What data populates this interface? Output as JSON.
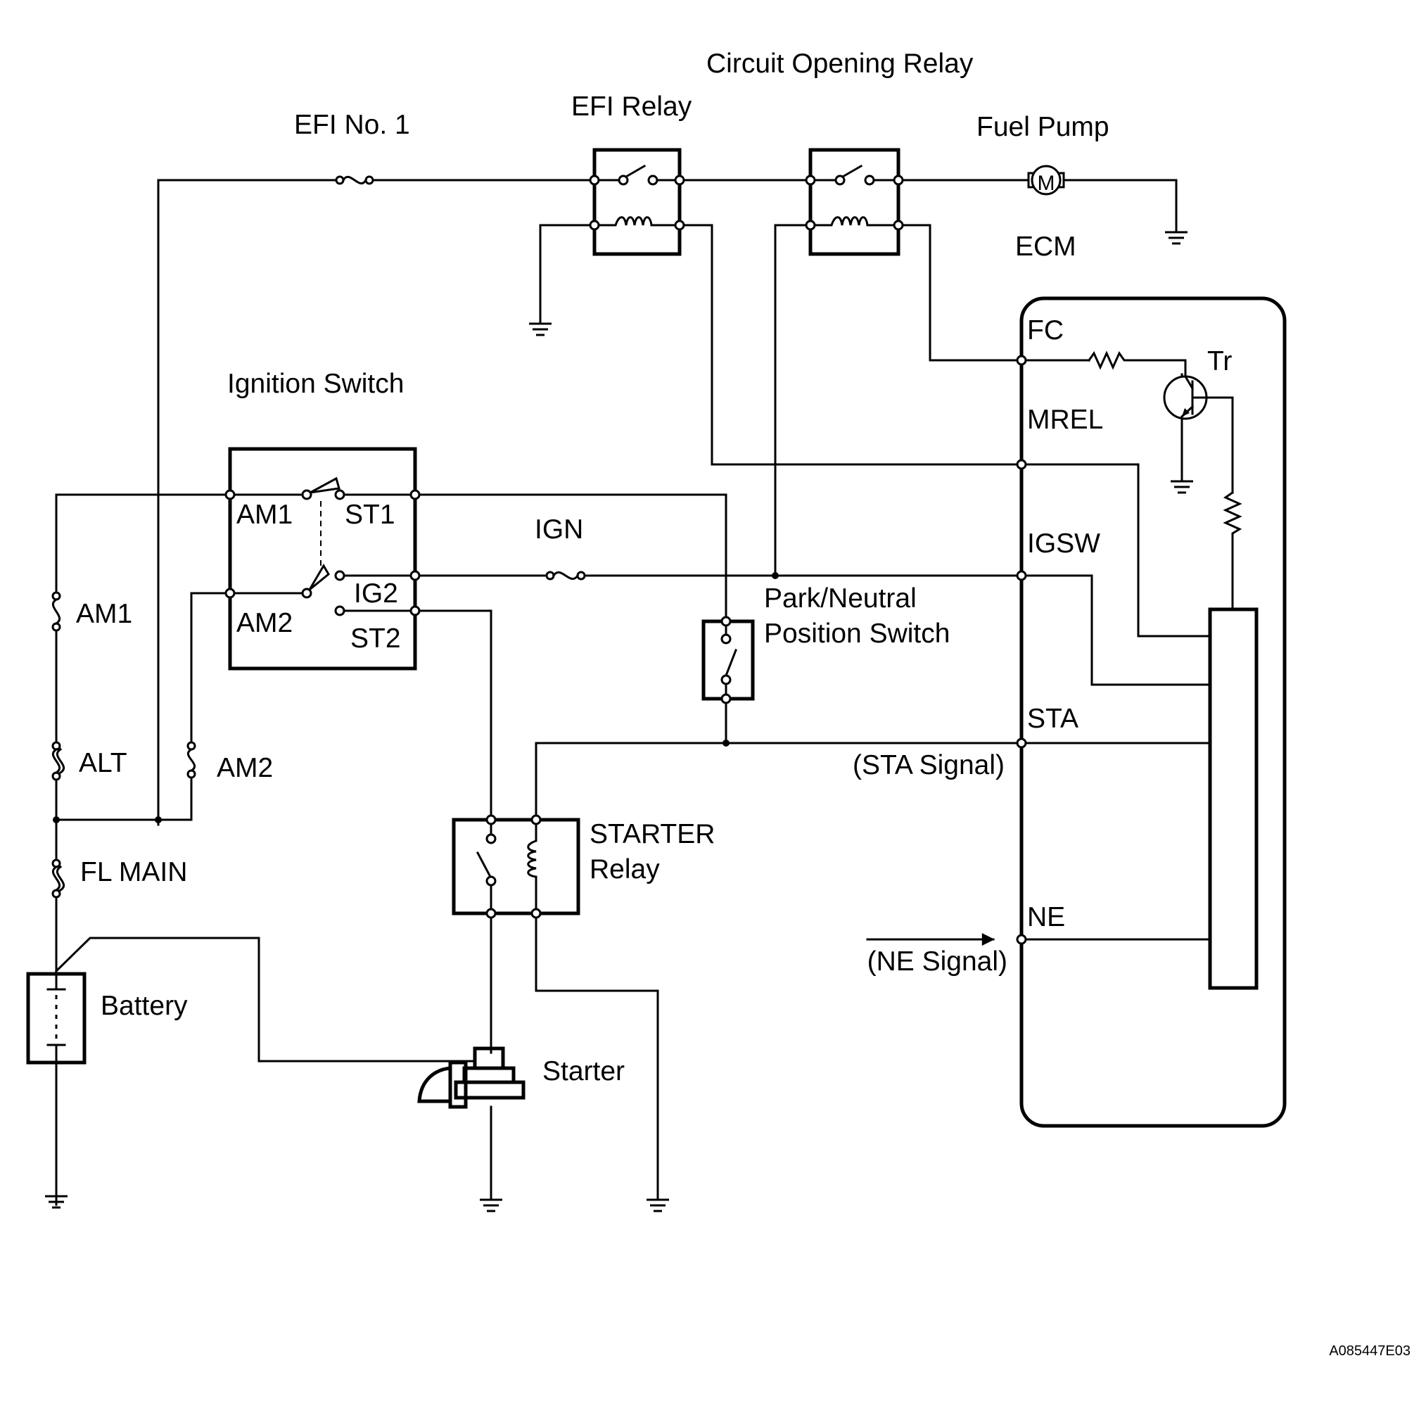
{
  "labels": {
    "efi_no1": "EFI No. 1",
    "efi_relay": "EFI Relay",
    "circuit_opening_relay": "Circuit Opening Relay",
    "fuel_pump": "Fuel Pump",
    "ecm": "ECM",
    "ignition_switch": "Ignition Switch",
    "am1_fuse": "AM1",
    "alt_fuse": "ALT",
    "am2_fuse": "AM2",
    "fl_main": "FL MAIN",
    "battery": "Battery",
    "ign": "IGN",
    "starter_relay_line1": "STARTER",
    "starter_relay_line2": "Relay",
    "starter": "Starter",
    "pnp_line1": "Park/Neutral",
    "pnp_line2": "Position Switch",
    "sta_signal": "(STA Signal)",
    "ne_signal": "(NE Signal)",
    "motor_symbol": "M",
    "doc_code": "A085447E03"
  },
  "ignition_switch_terminals": {
    "am1": "AM1",
    "am2": "AM2",
    "st1": "ST1",
    "ig2": "IG2",
    "st2": "ST2"
  },
  "ecm_terminals": {
    "fc": "FC",
    "mrel": "MREL",
    "igsw": "IGSW",
    "sta": "STA",
    "ne": "NE",
    "tr": "Tr"
  }
}
